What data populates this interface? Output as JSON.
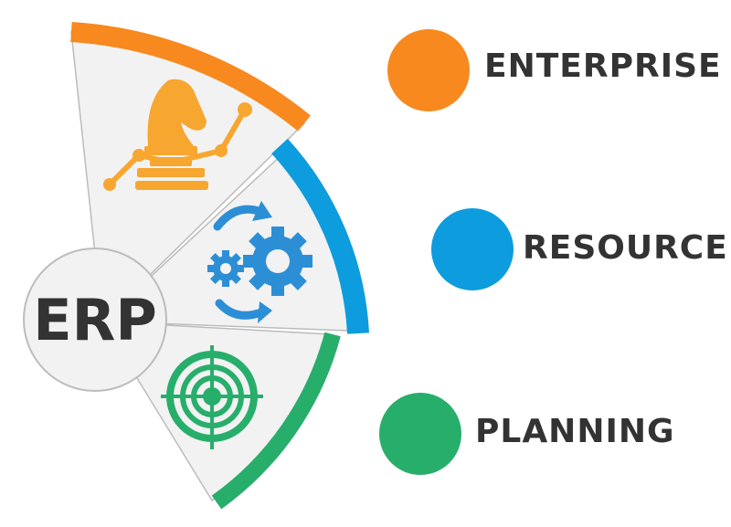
{
  "center": {
    "label": "ERP"
  },
  "segments": [
    {
      "id": "enterprise",
      "icon": "chess-knight-growth-icon",
      "color": "#f7891f"
    },
    {
      "id": "resource",
      "icon": "gears-cycle-icon",
      "color": "#0d9cdd"
    },
    {
      "id": "planning",
      "icon": "target-icon",
      "color": "#27ae6b"
    }
  ],
  "legend": [
    {
      "label": "ENTERPRISE",
      "color": "#f7891f"
    },
    {
      "label": "RESOURCE",
      "color": "#0d9cdd"
    },
    {
      "label": "PLANNING",
      "color": "#27ae6b"
    }
  ],
  "colors": {
    "panel": "#f2f2f2",
    "panel_border": "#bcbcbc",
    "text": "#333333"
  }
}
